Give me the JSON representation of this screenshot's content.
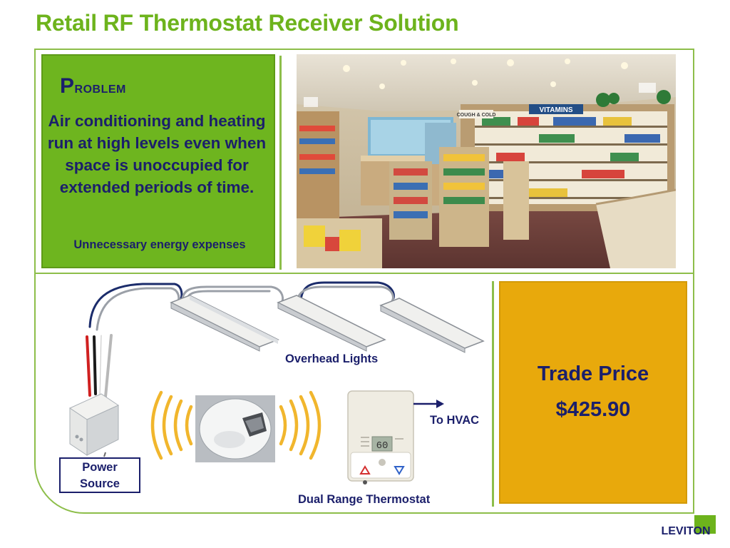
{
  "slide": {
    "title": "Retail RF Thermostat Receiver Solution"
  },
  "problem": {
    "heading_initial": "P",
    "heading_rest": "roblem",
    "text": "Air conditioning and heating run at high levels even when space is unoccupied for extended periods of time.",
    "subtext": "Unnecessary energy expenses"
  },
  "store_photo": {
    "vitamins_sign": "VITAMINS",
    "cough_sign": "COUGH & COLD"
  },
  "diagram": {
    "lights_label": "Overhead Lights",
    "hvac_label": "To HVAC",
    "thermostat_label": "Dual Range Thermostat",
    "power_source_label": "Power Source",
    "thermostat_display": "60"
  },
  "trade": {
    "label": "Trade Price",
    "price": "$425.90"
  },
  "brand": {
    "logo_text": "LEVITON",
    "green": "#6db31c",
    "navy": "#1b1f6b",
    "gold": "#e8a90c"
  }
}
